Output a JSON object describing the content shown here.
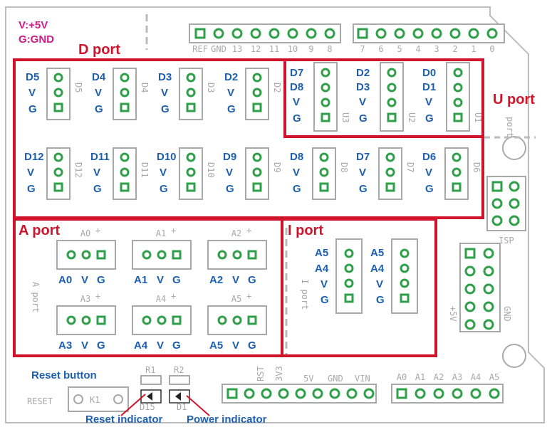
{
  "legend": {
    "power": "V:+5V",
    "ground": "G:GND"
  },
  "ports": {
    "d": "D port",
    "u": "U port",
    "a": "A port",
    "i": "I port"
  },
  "header_digital": [
    "REF",
    "GND",
    "13",
    "12",
    "11",
    "10",
    "9",
    "8",
    "7",
    "6",
    "5",
    "4",
    "3",
    "2",
    "1",
    "0"
  ],
  "d_row1": [
    {
      "sig": "D5",
      "silk": "D5"
    },
    {
      "sig": "D4",
      "silk": "D4"
    },
    {
      "sig": "D3",
      "silk": "D3"
    },
    {
      "sig": "D2",
      "silk": "D2"
    }
  ],
  "u_row": [
    {
      "a": "D7",
      "b": "D8",
      "silk": "U3"
    },
    {
      "a": "D2",
      "b": "D3",
      "silk": "U2"
    },
    {
      "a": "D0",
      "b": "D1",
      "silk": "U1"
    }
  ],
  "d_row2": [
    {
      "sig": "D12",
      "silk": "D12"
    },
    {
      "sig": "D11",
      "silk": "D11"
    },
    {
      "sig": "D10",
      "silk": "D10"
    },
    {
      "sig": "D9",
      "silk": "D9"
    },
    {
      "sig": "D8",
      "silk": "D8"
    },
    {
      "sig": "D7",
      "silk": "D7"
    },
    {
      "sig": "D6",
      "silk": "D6"
    }
  ],
  "a_ports": [
    "A0",
    "A1",
    "A2",
    "A3",
    "A4",
    "A5"
  ],
  "i_left": [
    "A5",
    "A4",
    "V",
    "G"
  ],
  "i_right": [
    "A5",
    "A4",
    "V",
    "G"
  ],
  "v_label": "V",
  "g_label": "G",
  "bottom_header": [
    "RST",
    "3V3",
    "5V",
    "GND",
    "VIN"
  ],
  "analog_header": [
    "A0",
    "A1",
    "A2",
    "A3",
    "A4",
    "A5"
  ],
  "silk": {
    "isp": "ISP",
    "plus5v": "+5V",
    "gnd": "GND",
    "reset": "RESET",
    "k1": "K1",
    "r1": "R1",
    "r2": "R2",
    "d15": "D15",
    "d1": "D1",
    "i_port": "I port",
    "a_port_silk": "A port",
    "u_port_silk": "port"
  },
  "annotations": {
    "reset_button": "Reset button",
    "reset_indicator": "Reset indicator",
    "power_indicator": "Power indicator"
  },
  "colors": {
    "pad": "#2fa04a",
    "silk": "#a8a8a8",
    "label": "#1d5fae",
    "box": "#d0142c",
    "legend": "#d11a8a"
  }
}
